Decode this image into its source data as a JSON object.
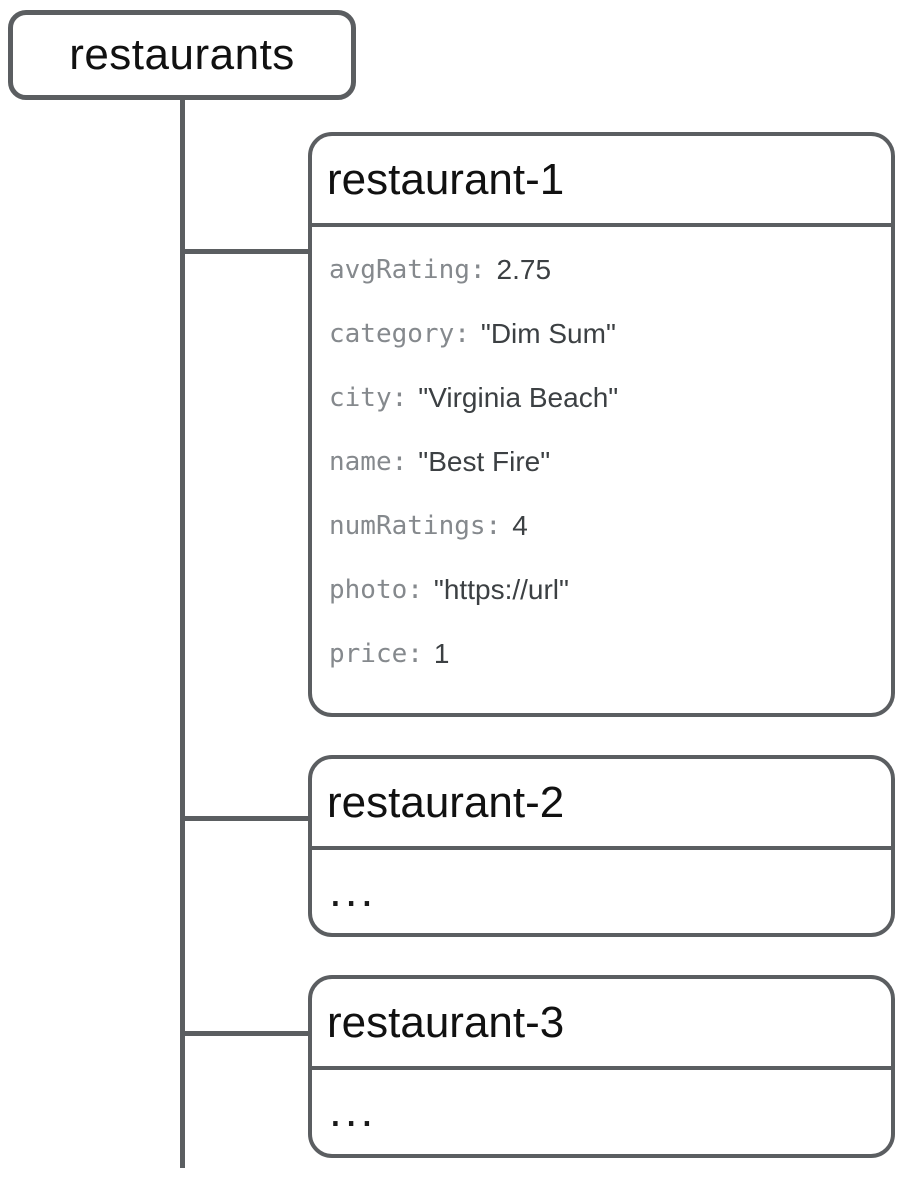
{
  "diagram": {
    "root": {
      "label": "restaurants"
    },
    "documents": [
      {
        "title": "restaurant-1",
        "fields": [
          {
            "key": "avgRating:",
            "value": "2.75"
          },
          {
            "key": "category:",
            "value": "\"Dim Sum\""
          },
          {
            "key": "city:",
            "value": "\"Virginia Beach\""
          },
          {
            "key": "name:",
            "value": "\"Best Fire\""
          },
          {
            "key": "numRatings:",
            "value": "4"
          },
          {
            "key": "photo:",
            "value": "\"https://url\""
          },
          {
            "key": "price:",
            "value": "1"
          }
        ]
      },
      {
        "title": "restaurant-2",
        "body": "..."
      },
      {
        "title": "restaurant-3",
        "body": "..."
      }
    ],
    "colors": {
      "line": "#5b5e61",
      "key_text": "#85898d",
      "value_text": "#3c4043",
      "title_text": "#111111"
    }
  }
}
